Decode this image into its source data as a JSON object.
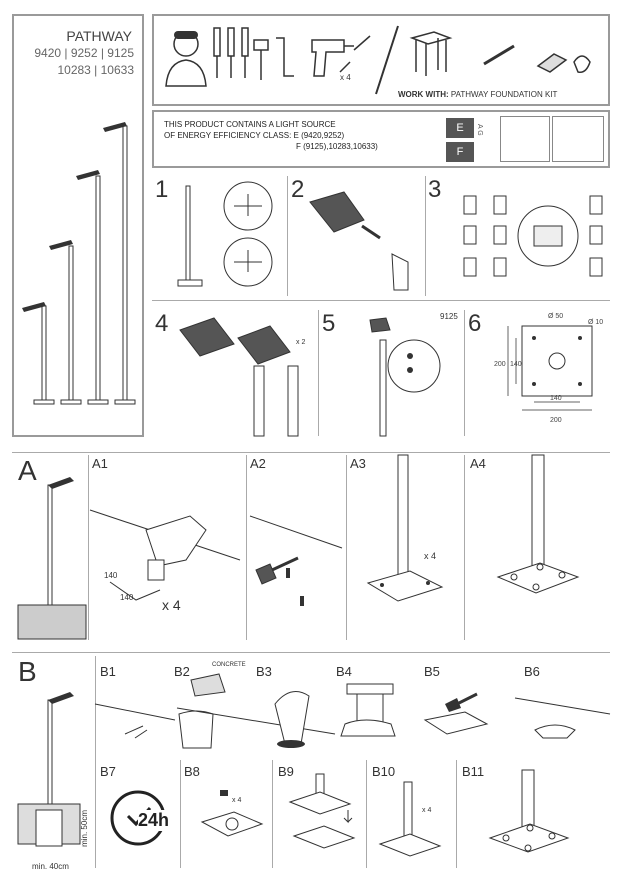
{
  "product": {
    "name": "PATHWAY",
    "codes_line1": "9420 | 9252 | 9125",
    "codes_line2": "10283 |  10633"
  },
  "tools": {
    "screw_qty": "x 4",
    "work_with": "WORK WITH:",
    "kit": "PATHWAY FOUNDATION KIT"
  },
  "energy": {
    "line1": "THIS PRODUCT CONTAINS A LIGHT SOURCE",
    "line2": "OF ENERGY EFFICIENCY CLASS: E (9420,9252)",
    "line3": "F (9125),10283,10633)",
    "label_e": "E",
    "label_f": "F",
    "scale": "A G"
  },
  "steps": {
    "s1": "1",
    "s2": "2",
    "s3": "3",
    "s4": "4",
    "s5": "5",
    "s6": "6",
    "s4_qty": "x 2",
    "s5_code": "9125",
    "s6_hole": "Ø 50",
    "s6_bolt": "Ø 10",
    "s6_h200": "200",
    "s6_h140": "140",
    "s6_w140": "140",
    "s6_w200": "200"
  },
  "sectionA": {
    "title": "A",
    "a1": "A1",
    "a2": "A2",
    "a3": "A3",
    "a4": "A4",
    "a1_dim1": "140",
    "a1_dim2": "140",
    "a1_qty": "x 4",
    "a3_qty": "x 4"
  },
  "sectionB": {
    "title": "B",
    "b1": "B1",
    "b2": "B2",
    "b3": "B3",
    "b4": "B4",
    "b5": "B5",
    "b6": "B6",
    "b7": "B7",
    "b8": "B8",
    "b9": "B9",
    "b10": "B10",
    "b11": "B11",
    "concrete": "CONCRETE",
    "time": "24h",
    "depth": "min. 50cm",
    "width": "min. 40cm",
    "b8_qty": "x 4",
    "b10_qty": "x 4"
  }
}
